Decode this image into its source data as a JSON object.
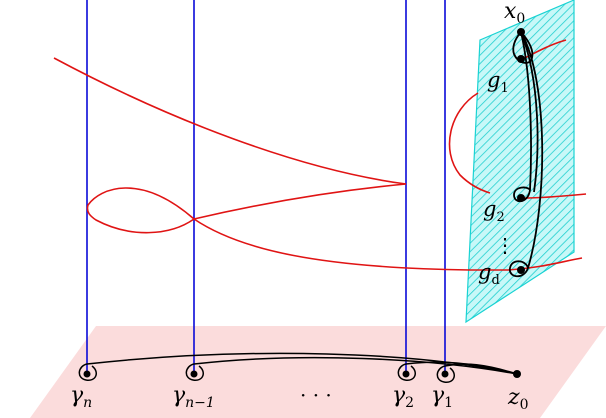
{
  "labels": {
    "x0": {
      "base": "x",
      "sub": "0"
    },
    "z0": {
      "base": "z",
      "sub": "0"
    },
    "g1": {
      "base": "g",
      "sub": "1"
    },
    "g2": {
      "base": "g",
      "sub": "2"
    },
    "gd": {
      "base": "g",
      "sub": "d"
    },
    "gamma_n": {
      "base": "γ",
      "sub": "n"
    },
    "gamma_n_minus_1": {
      "base": "γ",
      "sub": "n−1"
    },
    "gamma_2": {
      "base": "γ",
      "sub": "2"
    },
    "gamma_1": {
      "base": "γ",
      "sub": "1"
    },
    "dots_horizontal": "· · ·",
    "dots_vertical": "⋮"
  },
  "colors": {
    "base_plane": "#fbdcdc",
    "fiber_plane_fill": "#b6f6f6",
    "fiber_plane_edge": "#19d3d3",
    "vertical_lines": "#0a0ad8",
    "curve": "#e01414",
    "loops": "#000000"
  }
}
